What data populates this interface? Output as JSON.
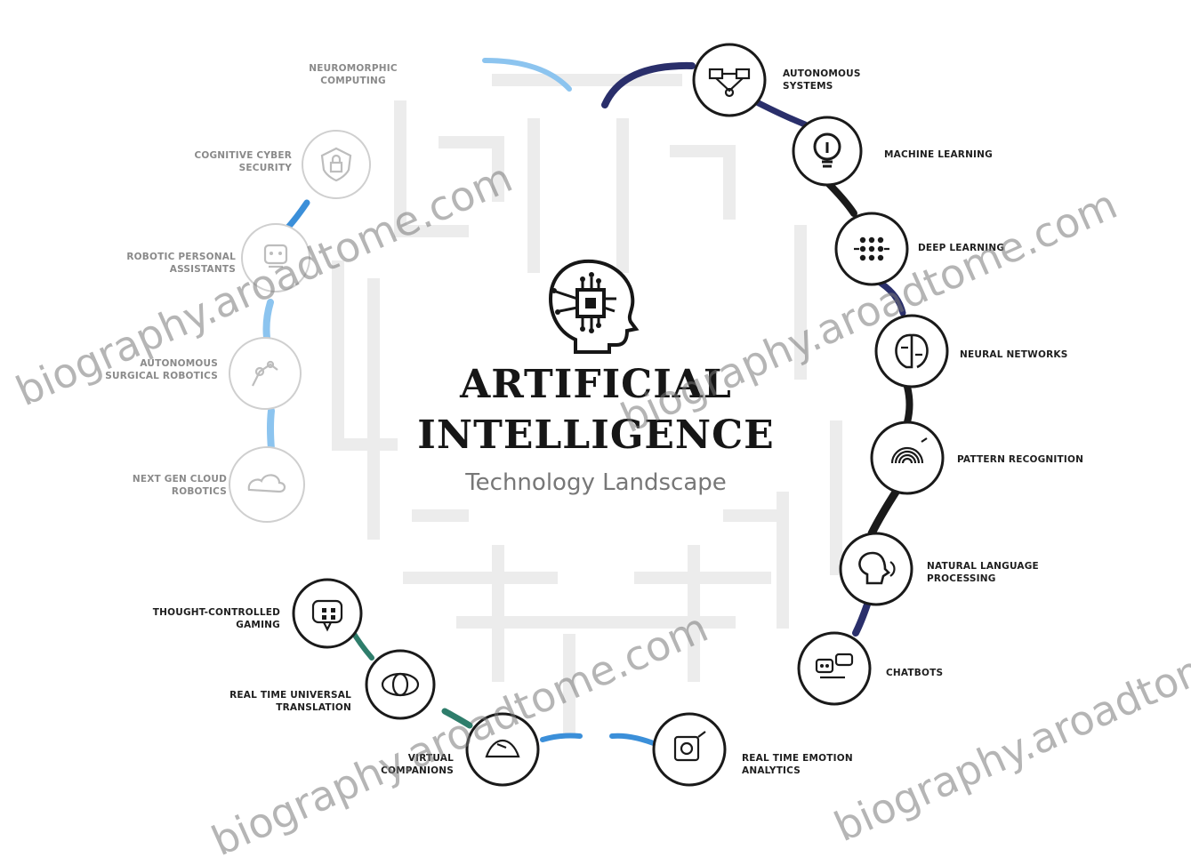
{
  "title_line1": "ARTIFICIAL",
  "title_line2": "INTELLIGENCE",
  "subtitle": "Technology Landscape",
  "watermark": "biography.aroadtome.com",
  "colors": {
    "dark": "#1a1a1a",
    "navy": "#2a2f6b",
    "blue": "#3b8fd9",
    "light_blue": "#8cc4ef",
    "teal": "#2e7d6b"
  },
  "nodes": [
    {
      "id": "neuromorphic-computing",
      "label": "NEUROMORPHIC\nCOMPUTING",
      "icon": "chip-icon"
    },
    {
      "id": "autonomous-systems",
      "label": "AUTONOMOUS\nSYSTEMS",
      "icon": "network-nodes-icon"
    },
    {
      "id": "machine-learning",
      "label": "MACHINE LEARNING",
      "icon": "lightbulb-icon"
    },
    {
      "id": "deep-learning",
      "label": "DEEP LEARNING",
      "icon": "dot-grid-icon"
    },
    {
      "id": "neural-networks",
      "label": "NEURAL NETWORKS",
      "icon": "brain-icon"
    },
    {
      "id": "pattern-recognition",
      "label": "PATTERN RECOGNITION",
      "icon": "fingerprint-icon"
    },
    {
      "id": "natural-language-processing",
      "label": "NATURAL LANGUAGE\nPROCESSING",
      "icon": "speech-head-icon"
    },
    {
      "id": "chatbots",
      "label": "CHATBOTS",
      "icon": "chatbot-icon"
    },
    {
      "id": "real-time-emotion-analytics",
      "label": "REAL TIME EMOTION\nANALYTICS",
      "icon": "emotion-icon"
    },
    {
      "id": "virtual-companions",
      "label": "VIRTUAL\nCOMPANIONS",
      "icon": "companion-icon"
    },
    {
      "id": "real-time-universal-translation",
      "label": "REAL TIME UNIVERSAL\nTRANSLATION",
      "icon": "translation-icon"
    },
    {
      "id": "thought-controlled-gaming",
      "label": "THOUGHT-CONTROLLED\nGAMING",
      "icon": "gamepad-icon"
    },
    {
      "id": "next-gen-cloud-robotics",
      "label": "NEXT GEN CLOUD\nROBOTICS",
      "icon": "cloud-icon"
    },
    {
      "id": "autonomous-surgical-robotics",
      "label": "AUTONOMOUS\nSURGICAL ROBOTICS",
      "icon": "surgical-robot-icon"
    },
    {
      "id": "robotic-personal-assistants",
      "label": "ROBOTIC PERSONAL\nASSISTANTS",
      "icon": "robot-assistant-icon"
    },
    {
      "id": "cognitive-cyber-security",
      "label": "COGNITIVE CYBER\nSECURITY",
      "icon": "shield-lock-icon"
    }
  ]
}
